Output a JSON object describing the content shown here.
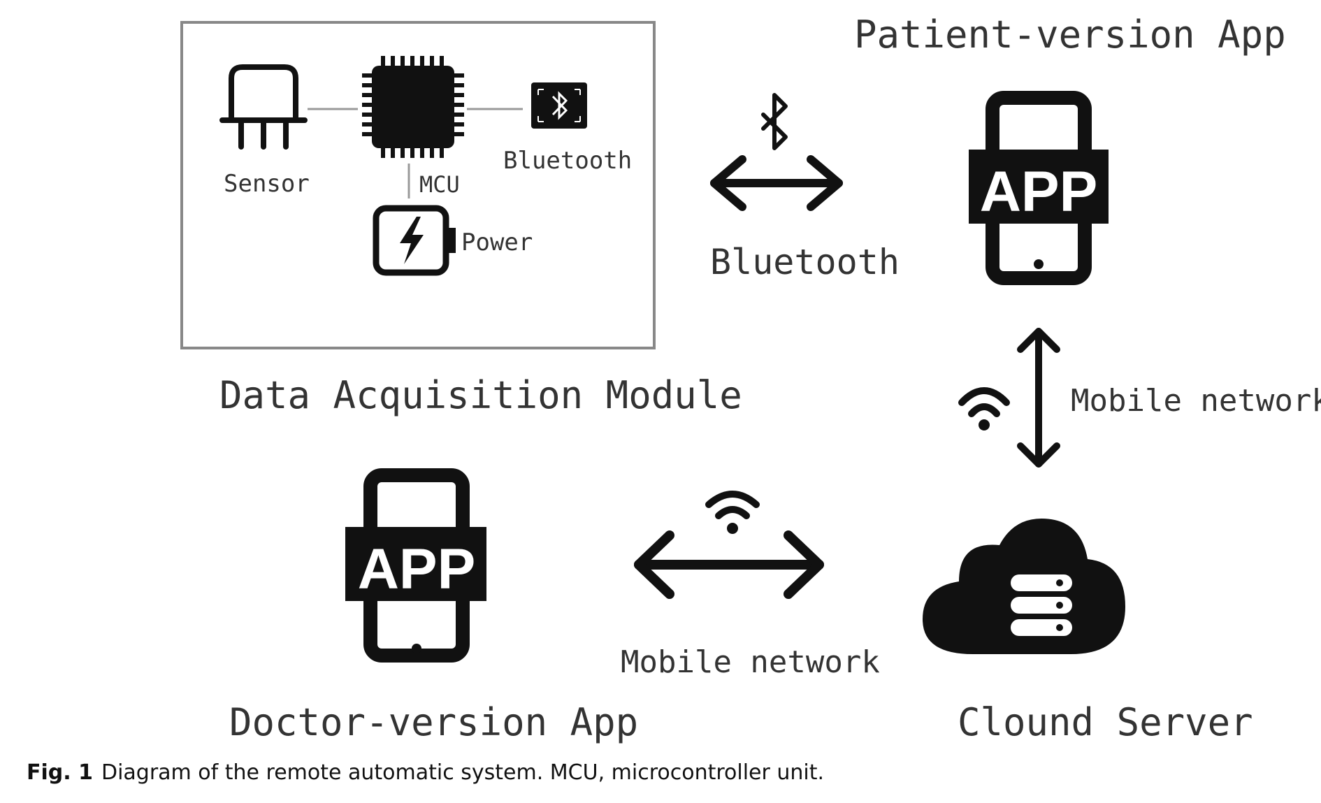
{
  "module": {
    "title": "Data Acquisition Module",
    "sensor_label": "Sensor",
    "mcu_label": "MCU",
    "bluetooth_label": "Bluetooth",
    "power_label": "Power"
  },
  "links": {
    "bluetooth": "Bluetooth",
    "mobile_network_vertical": "Mobile network",
    "mobile_network_horizontal": "Mobile network"
  },
  "patient_app": {
    "title": "Patient-version App",
    "badge": "APP"
  },
  "doctor_app": {
    "title": "Doctor-version App",
    "badge": "APP"
  },
  "cloud": {
    "title": "Clound Server"
  },
  "caption": {
    "label": "Fig. 1",
    "text": "Diagram of the remote automatic system. MCU, microcontroller unit."
  },
  "icons": [
    "sensor-icon",
    "chip-icon",
    "bluetooth-icon",
    "power-icon",
    "phone-app-icon",
    "wifi-icon",
    "cloud-server-icon"
  ]
}
